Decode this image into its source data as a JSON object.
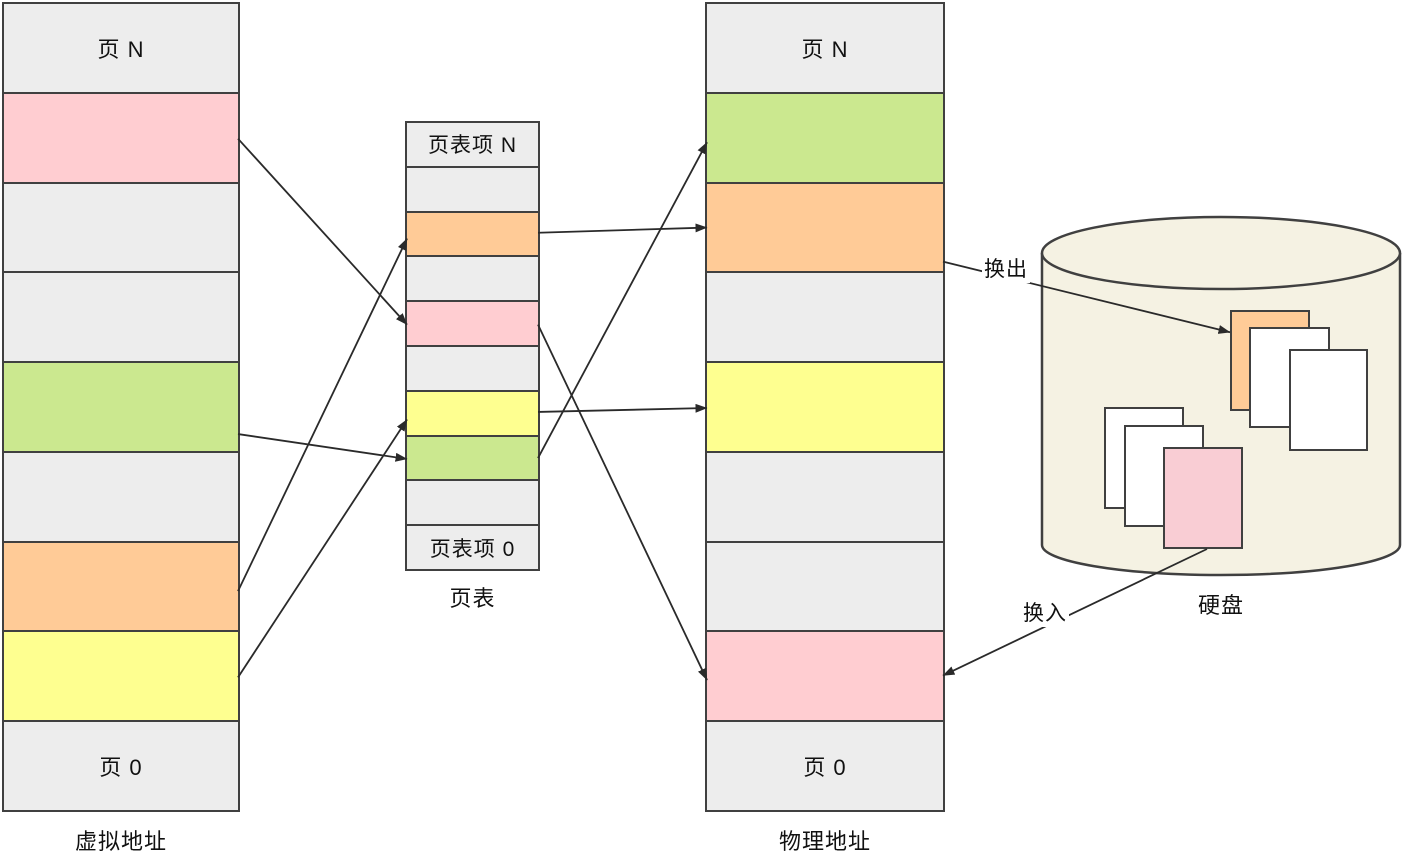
{
  "colors": {
    "gray": "#ededed",
    "pink": "#ffcdd1",
    "green": "#cbe88f",
    "orange": "#ffcb97",
    "yellow": "#feff90",
    "white": "#ffffff",
    "disk_pink": "#f9cdd4",
    "disk_fill": "#f5f2e3",
    "stroke": "#404040",
    "arrow": "#2a2a2a"
  },
  "virtual_memory": {
    "label": "虚拟地址",
    "segments": [
      {
        "color": "gray",
        "text": "页 N"
      },
      {
        "color": "pink"
      },
      {
        "color": "gray"
      },
      {
        "color": "gray"
      },
      {
        "color": "green"
      },
      {
        "color": "gray"
      },
      {
        "color": "orange"
      },
      {
        "color": "yellow"
      },
      {
        "color": "gray",
        "text": "页 0"
      }
    ]
  },
  "page_table": {
    "label": "页表",
    "rows": [
      {
        "color": "gray",
        "text": "页表项 N"
      },
      {
        "color": "gray"
      },
      {
        "color": "orange"
      },
      {
        "color": "gray"
      },
      {
        "color": "pink"
      },
      {
        "color": "gray"
      },
      {
        "color": "yellow"
      },
      {
        "color": "green"
      },
      {
        "color": "gray"
      },
      {
        "color": "gray",
        "text": "页表项 0"
      }
    ]
  },
  "physical_memory": {
    "label": "物理地址",
    "segments": [
      {
        "color": "gray",
        "text": "页 N"
      },
      {
        "color": "green"
      },
      {
        "color": "orange"
      },
      {
        "color": "gray"
      },
      {
        "color": "yellow"
      },
      {
        "color": "gray"
      },
      {
        "color": "gray"
      },
      {
        "color": "pink"
      },
      {
        "color": "gray",
        "text": "页 0"
      }
    ]
  },
  "disk": {
    "label": "硬盘",
    "pages": [
      {
        "name": "disk-page-orange",
        "color": "orange"
      },
      {
        "name": "disk-page-white-1",
        "color": "white"
      },
      {
        "name": "disk-page-white-2",
        "color": "white"
      },
      {
        "name": "disk-page-white-3",
        "color": "white"
      },
      {
        "name": "disk-page-white-4",
        "color": "white"
      },
      {
        "name": "disk-page-pink",
        "color": "disk_pink"
      }
    ]
  },
  "annotations": {
    "swap_out": "换出",
    "swap_in": "换入"
  },
  "connections": [
    {
      "name": "virtual-pink-to-pt-pink",
      "from": "virtual-seg-1",
      "from_side": "right",
      "from_frac": 0.5,
      "to": "pt-row-4",
      "to_side": "left",
      "to_frac": 0.5
    },
    {
      "name": "virtual-green-to-pt-green",
      "from": "virtual-seg-4",
      "from_side": "right",
      "from_frac": 0.79,
      "to": "pt-row-7",
      "to_side": "left",
      "to_frac": 0.5
    },
    {
      "name": "virtual-orange-to-pt-orange",
      "from": "virtual-seg-6",
      "from_side": "right",
      "from_frac": 0.54,
      "to": "pt-row-2",
      "to_side": "left",
      "to_frac": 0.58
    },
    {
      "name": "virtual-yellow-to-pt-yellow",
      "from": "virtual-seg-7",
      "from_side": "right",
      "from_frac": 0.5,
      "to": "pt-row-6",
      "to_side": "left",
      "to_frac": 0.62
    },
    {
      "name": "pt-orange-to-physical-orange",
      "from": "pt-row-2",
      "from_side": "right",
      "from_frac": 0.45,
      "to": "physical-seg-2",
      "to_side": "left",
      "to_frac": 0.49
    },
    {
      "name": "pt-pink-to-physical-pink",
      "from": "pt-row-4",
      "from_side": "right",
      "from_frac": 0.5,
      "to": "physical-seg-7",
      "to_side": "left",
      "to_frac": 0.53
    },
    {
      "name": "pt-yellow-to-physical-yellow",
      "from": "pt-row-6",
      "from_side": "right",
      "from_frac": 0.45,
      "to": "physical-seg-4",
      "to_side": "left",
      "to_frac": 0.5
    },
    {
      "name": "pt-green-to-physical-green",
      "from": "pt-row-7",
      "from_side": "right",
      "from_frac": 0.48,
      "to": "physical-seg-1",
      "to_side": "left",
      "to_frac": 0.54
    },
    {
      "name": "swap-out-arrow",
      "from": "physical-seg-2",
      "from_side": "right",
      "from_frac": 0.87,
      "to": "disk-page-orange",
      "to_side": "left",
      "to_frac": 0.22
    },
    {
      "name": "swap-in-arrow",
      "from": "disk-page-pink",
      "from_side": "bottom",
      "from_frac": 0.55,
      "to": "physical-seg-7",
      "to_side": "right",
      "to_frac": 0.48
    }
  ]
}
